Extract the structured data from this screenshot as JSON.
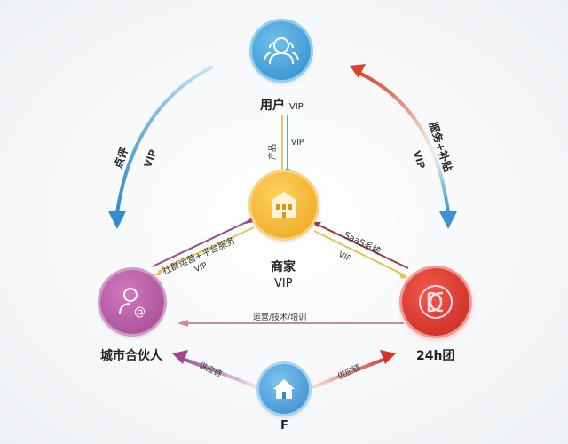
{
  "nodes": {
    "user": {
      "label": "用户",
      "suffix": "VIP",
      "color": "#3a9ad6"
    },
    "merchant": {
      "label": "商家",
      "suffix": "VIP",
      "color": "#f2b225"
    },
    "partner": {
      "label": "城市合伙人",
      "color": "#b0509e"
    },
    "group": {
      "label": "24h团",
      "color": "#d8322a"
    },
    "f": {
      "label": "F",
      "color": "#4a9ad6"
    }
  },
  "edges": {
    "user_to_partner": {
      "labels": [
        "点评",
        "VIP"
      ]
    },
    "group_to_user": {
      "labels": [
        "服务+补贴",
        "VIP"
      ]
    },
    "merchant_user": {
      "up": "产品",
      "down": "VIP"
    },
    "partner_merchant": {
      "top": "社群运营+平台服务",
      "bottom": "VIP"
    },
    "group_merchant": {
      "top": "SaaS系统",
      "bottom": "VIP"
    },
    "group_partner": {
      "label": "运营/技术/培训"
    },
    "f_partner": {
      "label": "供应链"
    },
    "f_group": {
      "label": "供应链"
    }
  }
}
